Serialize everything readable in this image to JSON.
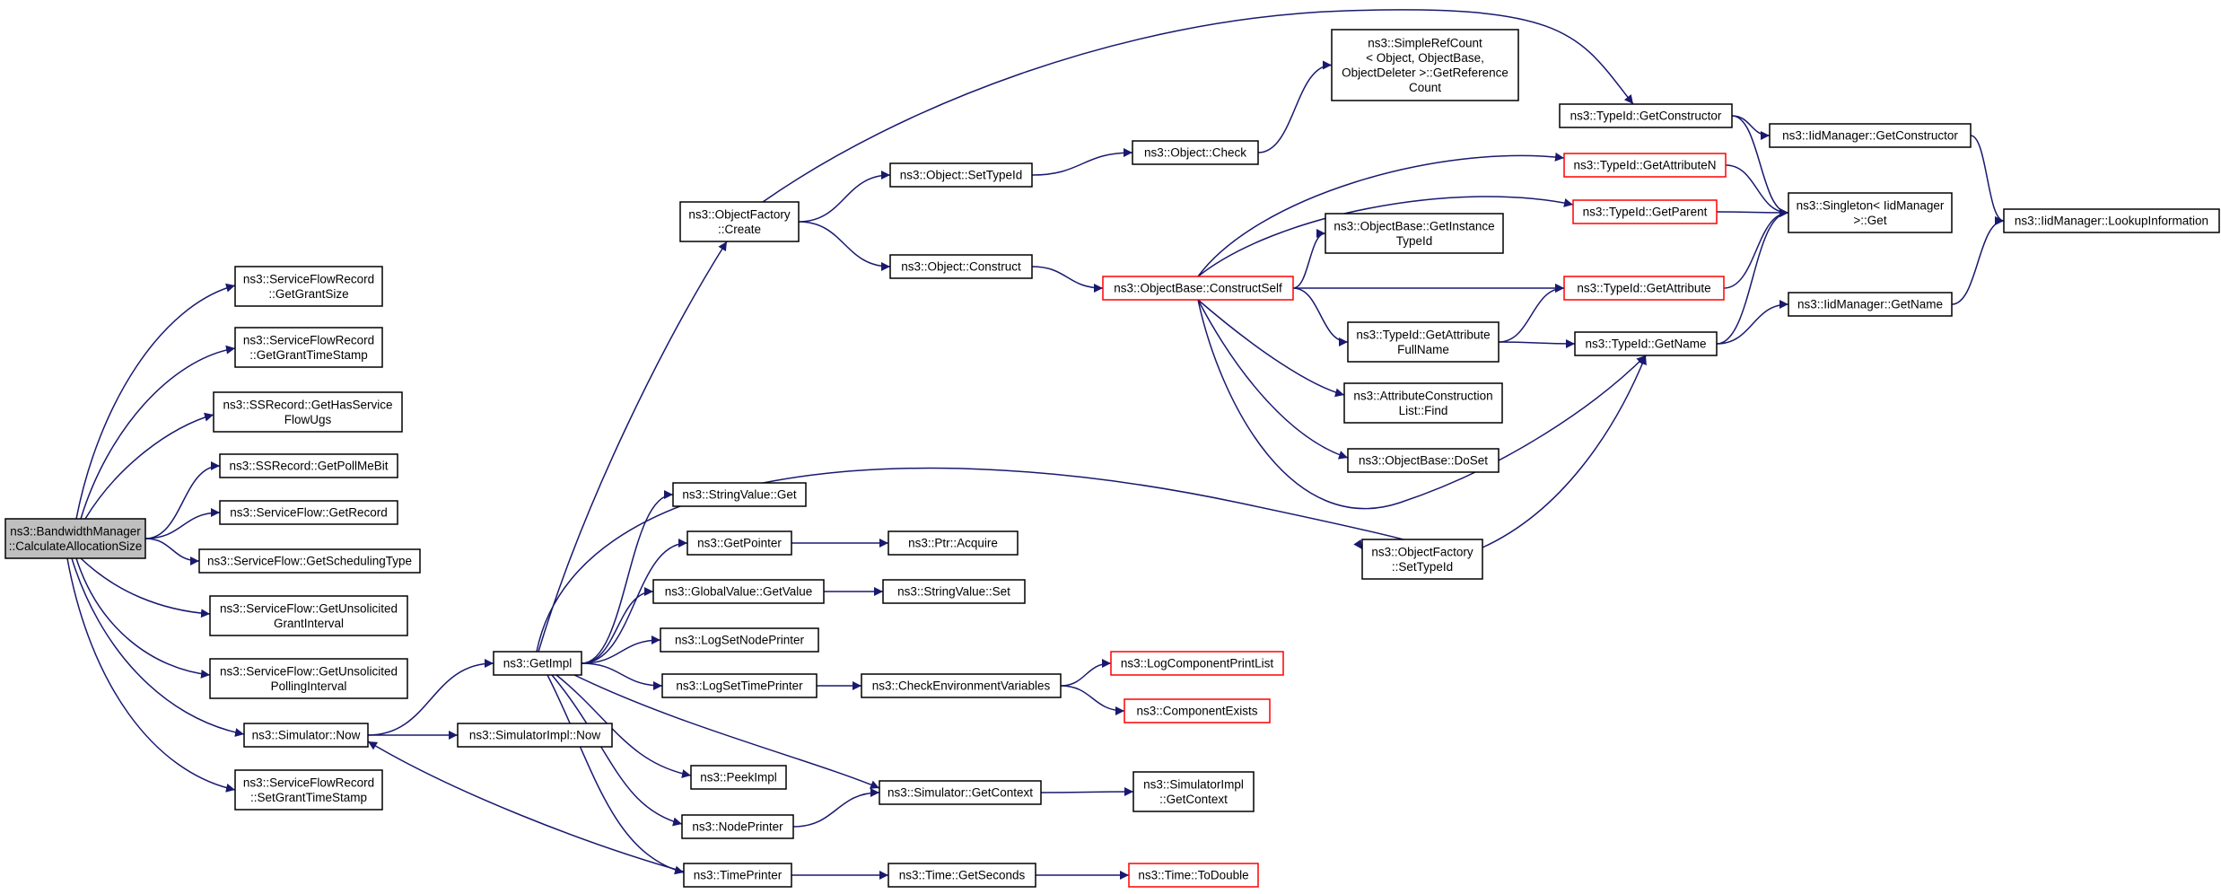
{
  "diagram": {
    "colors": {
      "edge": "#191970",
      "node_border": "#000000",
      "truncated_border": "#ff0000",
      "root_fill": "#bfbfbf"
    },
    "nodes": [
      {
        "id": "root",
        "lines": [
          "ns3::BandwidthManager",
          "::CalculateAllocationSize"
        ],
        "style": "root"
      },
      {
        "id": "sfr_getgrantsize",
        "lines": [
          "ns3::ServiceFlowRecord",
          "::GetGrantSize"
        ]
      },
      {
        "id": "sfr_getgranttimestamp",
        "lines": [
          "ns3::ServiceFlowRecord",
          "::GetGrantTimeStamp"
        ]
      },
      {
        "id": "ssr_gethasservice",
        "lines": [
          "ns3::SSRecord::GetHasService",
          "FlowUgs"
        ]
      },
      {
        "id": "ssr_getpollmebit",
        "lines": [
          "ns3::SSRecord::GetPollMeBit"
        ]
      },
      {
        "id": "sf_getrecord",
        "lines": [
          "ns3::ServiceFlow::GetRecord"
        ]
      },
      {
        "id": "sf_getschedulingtype",
        "lines": [
          "ns3::ServiceFlow::GetSchedulingType"
        ]
      },
      {
        "id": "sf_getunsolgrant",
        "lines": [
          "ns3::ServiceFlow::GetUnsolicited",
          "GrantInterval"
        ]
      },
      {
        "id": "sf_getunsolpoll",
        "lines": [
          "ns3::ServiceFlow::GetUnsolicited",
          "PollingInterval"
        ]
      },
      {
        "id": "sim_now",
        "lines": [
          "ns3::Simulator::Now"
        ]
      },
      {
        "id": "sfr_setgranttimestamp",
        "lines": [
          "ns3::ServiceFlowRecord",
          "::SetGrantTimeStamp"
        ]
      },
      {
        "id": "getimpl",
        "lines": [
          "ns3::GetImpl"
        ]
      },
      {
        "id": "simimpl_now",
        "lines": [
          "ns3::SimulatorImpl::Now"
        ]
      },
      {
        "id": "objfactory_create",
        "lines": [
          "ns3::ObjectFactory",
          "::Create"
        ]
      },
      {
        "id": "object_settypeid",
        "lines": [
          "ns3::Object::SetTypeId"
        ]
      },
      {
        "id": "object_construct",
        "lines": [
          "ns3::Object::Construct"
        ]
      },
      {
        "id": "object_check",
        "lines": [
          "ns3::Object::Check"
        ]
      },
      {
        "id": "simplerefcount",
        "lines": [
          "ns3::SimpleRefCount",
          "< Object, ObjectBase,",
          "ObjectDeleter >::GetReference",
          "Count"
        ]
      },
      {
        "id": "objectbase_constructself",
        "lines": [
          "ns3::ObjectBase::ConstructSelf"
        ],
        "style": "trunc"
      },
      {
        "id": "typeid_getattributen",
        "lines": [
          "ns3::TypeId::GetAttributeN"
        ],
        "style": "trunc"
      },
      {
        "id": "typeid_getparent",
        "lines": [
          "ns3::TypeId::GetParent"
        ],
        "style": "trunc"
      },
      {
        "id": "objectbase_getinstance",
        "lines": [
          "ns3::ObjectBase::GetInstance",
          "TypeId"
        ]
      },
      {
        "id": "typeid_getattribute",
        "lines": [
          "ns3::TypeId::GetAttribute"
        ],
        "style": "trunc"
      },
      {
        "id": "typeid_getattributefullname",
        "lines": [
          "ns3::TypeId::GetAttribute",
          "FullName"
        ]
      },
      {
        "id": "attrconstlist_find",
        "lines": [
          "ns3::AttributeConstruction",
          "List::Find"
        ]
      },
      {
        "id": "objectbase_doset",
        "lines": [
          "ns3::ObjectBase::DoSet"
        ]
      },
      {
        "id": "typeid_getconstructor",
        "lines": [
          "ns3::TypeId::GetConstructor"
        ]
      },
      {
        "id": "iidmanager_getconstructor",
        "lines": [
          "ns3::IidManager::GetConstructor"
        ]
      },
      {
        "id": "singleton_get",
        "lines": [
          "ns3::Singleton< IidManager",
          ">::Get"
        ]
      },
      {
        "id": "iidmanager_lookup",
        "lines": [
          "ns3::IidManager::LookupInformation"
        ]
      },
      {
        "id": "typeid_getname",
        "lines": [
          "ns3::TypeId::GetName"
        ]
      },
      {
        "id": "iidmanager_getname",
        "lines": [
          "ns3::IidManager::GetName"
        ]
      },
      {
        "id": "stringvalue_get",
        "lines": [
          "ns3::StringValue::Get"
        ]
      },
      {
        "id": "getpointer",
        "lines": [
          "ns3::GetPointer"
        ]
      },
      {
        "id": "ptr_acquire",
        "lines": [
          "ns3::Ptr::Acquire"
        ]
      },
      {
        "id": "globalvalue_getvalue",
        "lines": [
          "ns3::GlobalValue::GetValue"
        ]
      },
      {
        "id": "stringvalue_set",
        "lines": [
          "ns3::StringValue::Set"
        ]
      },
      {
        "id": "logsetnodeprinter",
        "lines": [
          "ns3::LogSetNodePrinter"
        ]
      },
      {
        "id": "logsettimeprinter",
        "lines": [
          "ns3::LogSetTimePrinter"
        ]
      },
      {
        "id": "checkenvvars",
        "lines": [
          "ns3::CheckEnvironmentVariables"
        ]
      },
      {
        "id": "logcomponentprintlist",
        "lines": [
          "ns3::LogComponentPrintList"
        ],
        "style": "trunc"
      },
      {
        "id": "componentexists",
        "lines": [
          "ns3::ComponentExists"
        ],
        "style": "trunc"
      },
      {
        "id": "objfactory_settypeid",
        "lines": [
          "ns3::ObjectFactory",
          "::SetTypeId"
        ]
      },
      {
        "id": "peekimpl",
        "lines": [
          "ns3::PeekImpl"
        ]
      },
      {
        "id": "nodeprinter",
        "lines": [
          "ns3::NodePrinter"
        ]
      },
      {
        "id": "sim_getcontext",
        "lines": [
          "ns3::Simulator::GetContext"
        ]
      },
      {
        "id": "simimpl_getcontext",
        "lines": [
          "ns3::SimulatorImpl",
          "::GetContext"
        ]
      },
      {
        "id": "timeprinter",
        "lines": [
          "ns3::TimePrinter"
        ]
      },
      {
        "id": "time_getseconds",
        "lines": [
          "ns3::Time::GetSeconds"
        ]
      },
      {
        "id": "time_todouble",
        "lines": [
          "ns3::Time::ToDouble"
        ],
        "style": "trunc"
      }
    ],
    "edges": [
      [
        "root",
        "sfr_getgrantsize"
      ],
      [
        "root",
        "sfr_getgranttimestamp"
      ],
      [
        "root",
        "ssr_gethasservice"
      ],
      [
        "root",
        "ssr_getpollmebit"
      ],
      [
        "root",
        "sf_getrecord"
      ],
      [
        "root",
        "sf_getschedulingtype"
      ],
      [
        "root",
        "sf_getunsolgrant"
      ],
      [
        "root",
        "sf_getunsolpoll"
      ],
      [
        "root",
        "sim_now"
      ],
      [
        "root",
        "sfr_setgranttimestamp"
      ],
      [
        "sim_now",
        "getimpl"
      ],
      [
        "sim_now",
        "simimpl_now"
      ],
      [
        "getimpl",
        "objfactory_create"
      ],
      [
        "getimpl",
        "stringvalue_get"
      ],
      [
        "getimpl",
        "getpointer"
      ],
      [
        "getimpl",
        "globalvalue_getvalue"
      ],
      [
        "getimpl",
        "logsetnodeprinter"
      ],
      [
        "getimpl",
        "logsettimeprinter"
      ],
      [
        "getimpl",
        "objfactory_settypeid"
      ],
      [
        "getimpl",
        "peekimpl"
      ],
      [
        "getimpl",
        "nodeprinter"
      ],
      [
        "getimpl",
        "sim_getcontext"
      ],
      [
        "getimpl",
        "timeprinter"
      ],
      [
        "objfactory_create",
        "typeid_getconstructor"
      ],
      [
        "objfactory_create",
        "object_settypeid"
      ],
      [
        "objfactory_create",
        "object_construct"
      ],
      [
        "object_settypeid",
        "object_check"
      ],
      [
        "object_check",
        "simplerefcount"
      ],
      [
        "object_construct",
        "objectbase_constructself"
      ],
      [
        "objectbase_constructself",
        "typeid_getattributen"
      ],
      [
        "objectbase_constructself",
        "typeid_getparent"
      ],
      [
        "objectbase_constructself",
        "objectbase_getinstance"
      ],
      [
        "objectbase_constructself",
        "typeid_getattribute"
      ],
      [
        "objectbase_constructself",
        "typeid_getattributefullname"
      ],
      [
        "objectbase_constructself",
        "attrconstlist_find"
      ],
      [
        "objectbase_constructself",
        "objectbase_doset"
      ],
      [
        "objectbase_constructself",
        "typeid_getname"
      ],
      [
        "typeid_getconstructor",
        "iidmanager_getconstructor"
      ],
      [
        "typeid_getconstructor",
        "singleton_get"
      ],
      [
        "iidmanager_getconstructor",
        "iidmanager_lookup"
      ],
      [
        "typeid_getattributen",
        "singleton_get"
      ],
      [
        "typeid_getparent",
        "singleton_get"
      ],
      [
        "typeid_getattribute",
        "singleton_get"
      ],
      [
        "typeid_getattributefullname",
        "typeid_getattribute"
      ],
      [
        "typeid_getattributefullname",
        "typeid_getname"
      ],
      [
        "typeid_getname",
        "singleton_get"
      ],
      [
        "typeid_getname",
        "iidmanager_getname"
      ],
      [
        "iidmanager_getname",
        "iidmanager_lookup"
      ],
      [
        "getpointer",
        "ptr_acquire"
      ],
      [
        "globalvalue_getvalue",
        "stringvalue_set"
      ],
      [
        "logsettimeprinter",
        "checkenvvars"
      ],
      [
        "checkenvvars",
        "logcomponentprintlist"
      ],
      [
        "checkenvvars",
        "componentexists"
      ],
      [
        "objfactory_settypeid",
        "typeid_getname"
      ],
      [
        "nodeprinter",
        "sim_getcontext"
      ],
      [
        "sim_getcontext",
        "simimpl_getcontext"
      ],
      [
        "timeprinter",
        "sim_now"
      ],
      [
        "timeprinter",
        "time_getseconds"
      ],
      [
        "time_getseconds",
        "time_todouble"
      ]
    ]
  }
}
